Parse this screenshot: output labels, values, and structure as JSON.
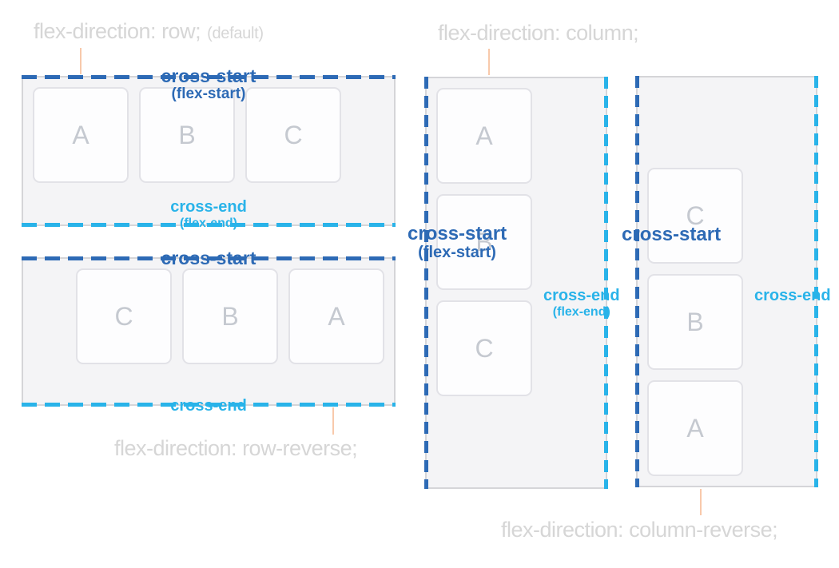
{
  "colors": {
    "cross_start_blue": "#2d6ab5",
    "cross_end_cyan": "#29b3e9",
    "muted_label_gray": "#d6d6d6",
    "connector_peach": "#f8c9ab",
    "container_bg": "#f4f4f6",
    "container_border": "#d5d5d8",
    "item_bg": "#fdfdfe",
    "item_border": "#e2e2e7",
    "item_letter_gray": "#c5c9d0"
  },
  "panels": {
    "row": {
      "caption": "flex-direction: row;",
      "caption_note": "(default)",
      "cross_start_label": "cross-start",
      "cross_start_sublabel": "(flex-start)",
      "cross_end_label": "cross-end",
      "cross_end_sublabel": "(flex-end)",
      "items": [
        "A",
        "B",
        "C"
      ]
    },
    "row_reverse": {
      "caption": "flex-direction: row-reverse;",
      "cross_start_label": "cross-start",
      "cross_end_label": "cross-end",
      "items": [
        "C",
        "B",
        "A"
      ]
    },
    "column": {
      "caption": "flex-direction: column;",
      "cross_start_label": "cross-start",
      "cross_start_sublabel": "(flex-start)",
      "cross_end_label": "cross-end",
      "cross_end_sublabel": "(flex-end)",
      "items": [
        "A",
        "B",
        "C"
      ]
    },
    "column_reverse": {
      "caption": "flex-direction: column-reverse;",
      "cross_start_label": "cross-start",
      "cross_end_label": "cross-end",
      "items": [
        "C",
        "B",
        "A"
      ]
    }
  }
}
